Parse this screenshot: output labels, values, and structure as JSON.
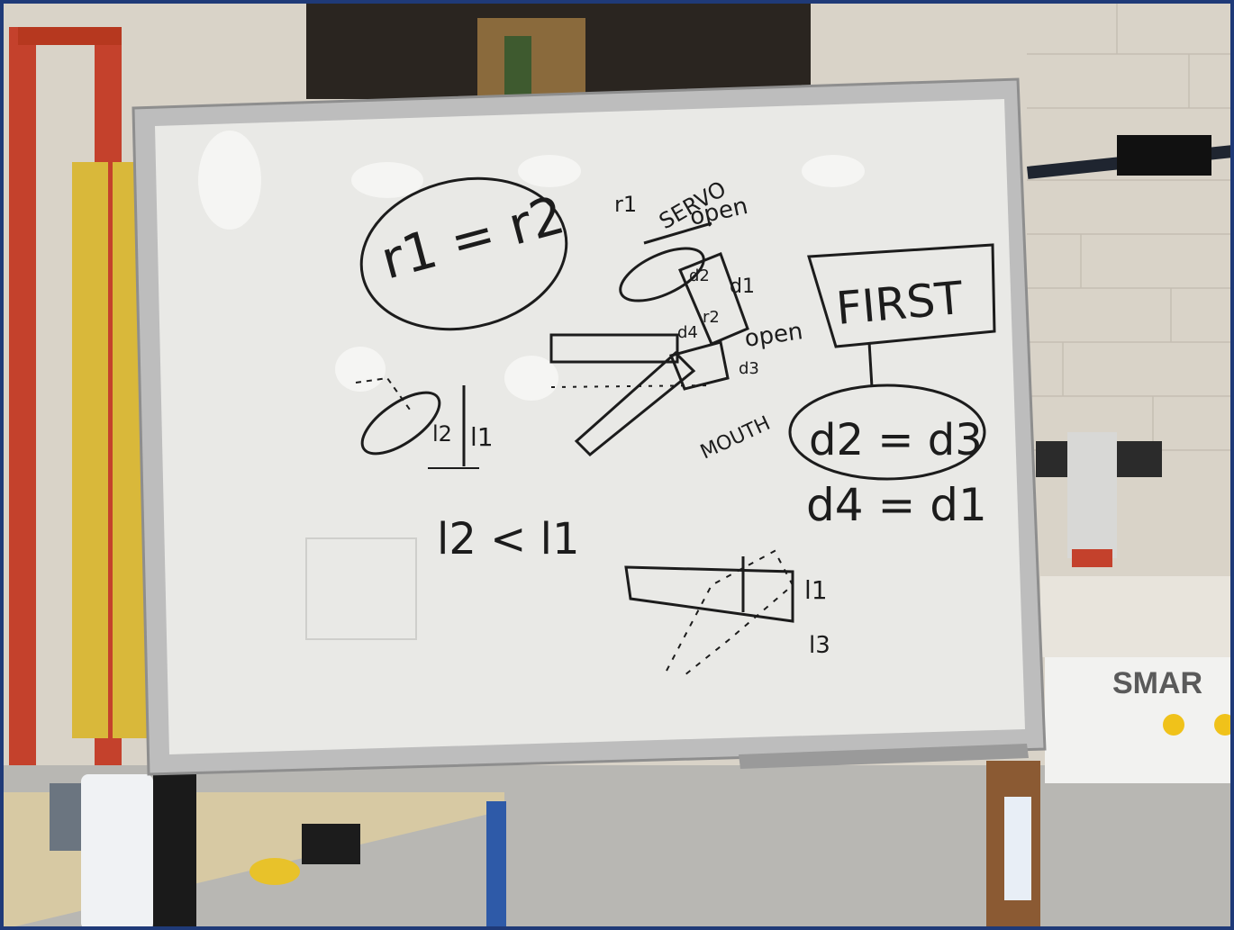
{
  "whiteboard": {
    "equations": {
      "r1_eq_r2": "r1 = r2",
      "l2_lt_l1": "l2 < l1",
      "d2_eq_d3": "d2 = d3",
      "d4_eq_d1": "d4 = d1"
    },
    "labels": {
      "servo": "SERVO",
      "open_top": "open",
      "open_mid": "open",
      "mouth": "MOUTH",
      "first": "FIRST",
      "r1": "r1",
      "r2": "r2",
      "d1": "d1",
      "d2": "d2",
      "d3": "d3",
      "d4": "d4",
      "l1_a": "l1",
      "l2_a": "l2",
      "l1_b": "l1",
      "l3_b": "l3"
    }
  },
  "background": {
    "machine_brand": "SMAR"
  },
  "colors": {
    "frame": "#1f3a78",
    "board": "#e9e9e6",
    "marker": "#1c1c1c",
    "wall": "#d9d3c8",
    "floor": "#b8b7b3",
    "ladder_red": "#c4412c",
    "ladder_yellow": "#d9b83a"
  }
}
